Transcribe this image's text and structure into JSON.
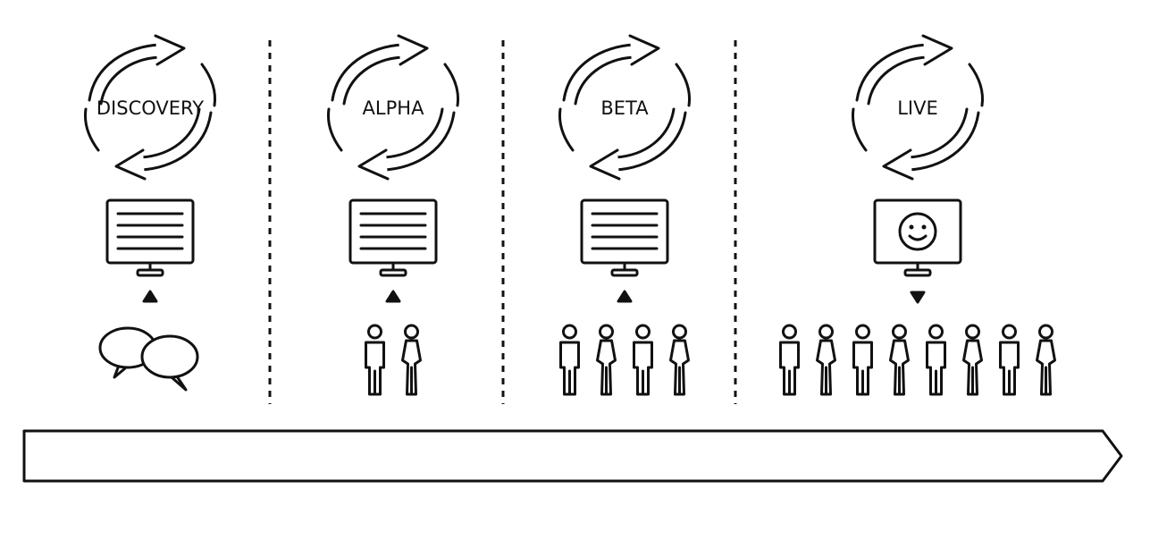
{
  "phases": [
    {
      "key": "discovery",
      "label": "DISCOVERY",
      "screen": "lines",
      "arrow": "up",
      "audience": "speech",
      "people": 0
    },
    {
      "key": "alpha",
      "label": "ALPHA",
      "screen": "lines",
      "arrow": "up",
      "audience": "people",
      "people": 2
    },
    {
      "key": "beta",
      "label": "BETA",
      "screen": "lines",
      "arrow": "up",
      "audience": "people",
      "people": 4
    },
    {
      "key": "live",
      "label": "LIVE",
      "screen": "smiley",
      "arrow": "down",
      "audience": "people",
      "people": 8
    }
  ],
  "colors": {
    "ink": "#111111",
    "background": "#ffffff"
  }
}
